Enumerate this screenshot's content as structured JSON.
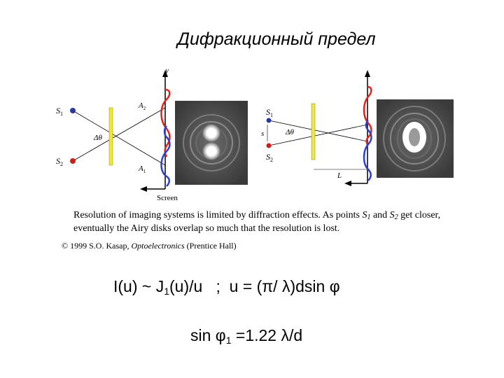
{
  "title": "Дифракционный предел",
  "figure": {
    "left_diagram": {
      "axis_y": "y",
      "s1": "S",
      "s1_sub": "1",
      "s2": "S",
      "s2_sub": "2",
      "delta_theta": "Δθ",
      "a2": "A",
      "a2_sub": "2",
      "a1": "A",
      "a1_sub": "1",
      "screen": "Screen"
    },
    "right_diagram": {
      "s1": "S",
      "s1_sub": "1",
      "s2": "S",
      "s2_sub": "2",
      "s": "s",
      "delta_theta": "Δθ",
      "l": "L"
    },
    "colors": {
      "red": "#e0231c",
      "blue": "#2b3fd0",
      "slit": "#f2e637",
      "source1": "#2a3a9a",
      "source2": "#c8201d"
    }
  },
  "caption": {
    "text_a": "Resolution of imaging systems is limited by diffraction effects. As points ",
    "s1": "S",
    "s1_sub": "1",
    "and": " and ",
    "s2": "S",
    "s2_sub": "2",
    "text_b": " get closer, eventually the Airy disks overlap so much that the resolution is lost."
  },
  "copyright": {
    "prefix": "© 1999 S.O. Kasap, ",
    "book": "Optoelectronics",
    "suffix": " (Prentice Hall)"
  },
  "formula1": {
    "a": "I(u) ~ J",
    "sub": "1",
    "b": "(u)/u   ;  u = (π/ λ)dsin φ"
  },
  "formula2": {
    "a": "sin φ",
    "sub": "1",
    "b": " =1.22 λ/d"
  }
}
